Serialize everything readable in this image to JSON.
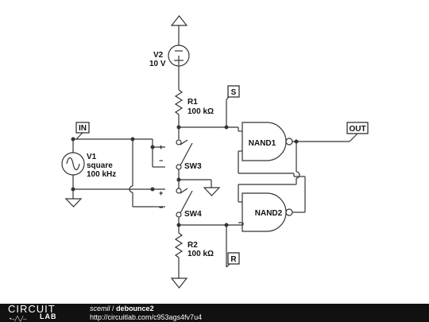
{
  "schematic": {
    "v2": {
      "name": "V2",
      "value": "10 V"
    },
    "v1": {
      "name": "V1",
      "waveform": "square",
      "frequency": "100 kHz"
    },
    "r1": {
      "name": "R1",
      "value": "100 kΩ"
    },
    "r2": {
      "name": "R2",
      "value": "100 kΩ"
    },
    "sw3": {
      "name": "SW3"
    },
    "sw4": {
      "name": "SW4"
    },
    "nand1": {
      "name": "NAND1"
    },
    "nand2": {
      "name": "NAND2"
    },
    "flags": {
      "in": "IN",
      "out": "OUT",
      "s": "S",
      "r": "R"
    },
    "symbols": {
      "plus": "+",
      "minus": "−"
    }
  },
  "footer": {
    "logo_top": "CIRCUIT",
    "logo_bottom": "LAB",
    "user": "scemil",
    "separator": "/",
    "project": "debounce2",
    "url": "http://circuitlab.com/c953ags4fv7u4"
  },
  "colors": {
    "footer_bg": "#111111",
    "wire": "#333333"
  }
}
